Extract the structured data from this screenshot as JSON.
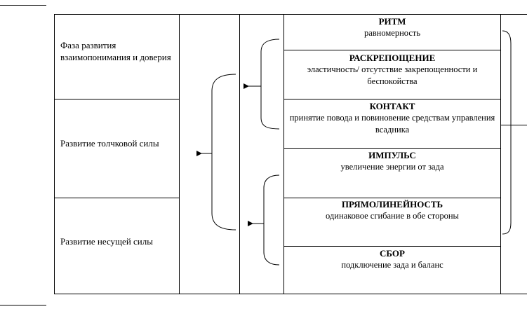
{
  "phases": [
    {
      "label": "Фаза развития взаимопонимания и доверия"
    },
    {
      "label": "Развитие толчковой силы"
    },
    {
      "label": "Развитие несущей силы"
    }
  ],
  "scale": [
    {
      "title": "РИТМ",
      "desc": "равномерность"
    },
    {
      "title": "РАСКРЕПОЩЕНИЕ",
      "desc": "эластичность/ отсутствие закрепощенности и беспокойства"
    },
    {
      "title": "КОНТАКТ",
      "desc": "принятие повода и повиновение средствам управления всадника"
    },
    {
      "title": "ИМПУЛЬС",
      "desc": "увеличение энергии от зада"
    },
    {
      "title": "ПРЯМОЛИНЕЙНОСТЬ",
      "desc": "одинаковое сгибание в обе стороны"
    },
    {
      "title": "СБОР",
      "desc": "подключение зада и баланс"
    }
  ]
}
